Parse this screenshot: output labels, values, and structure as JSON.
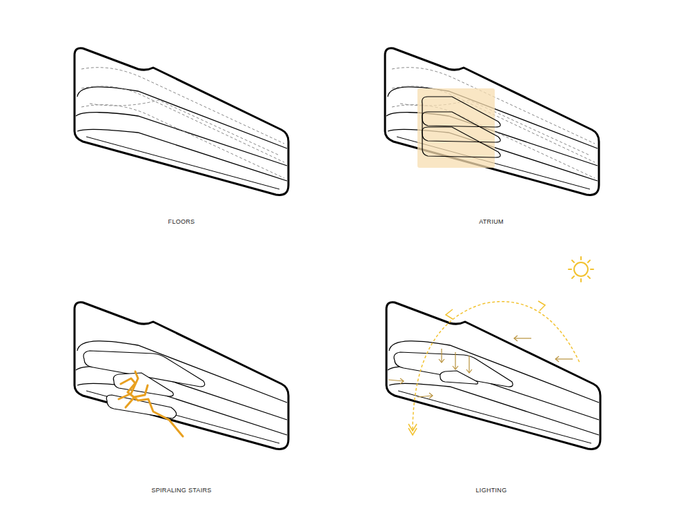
{
  "diagram": {
    "labels": [
      "FLOORS",
      "ATRIUM",
      "SPIRALING STAIRS",
      "LIGHTING"
    ]
  }
}
